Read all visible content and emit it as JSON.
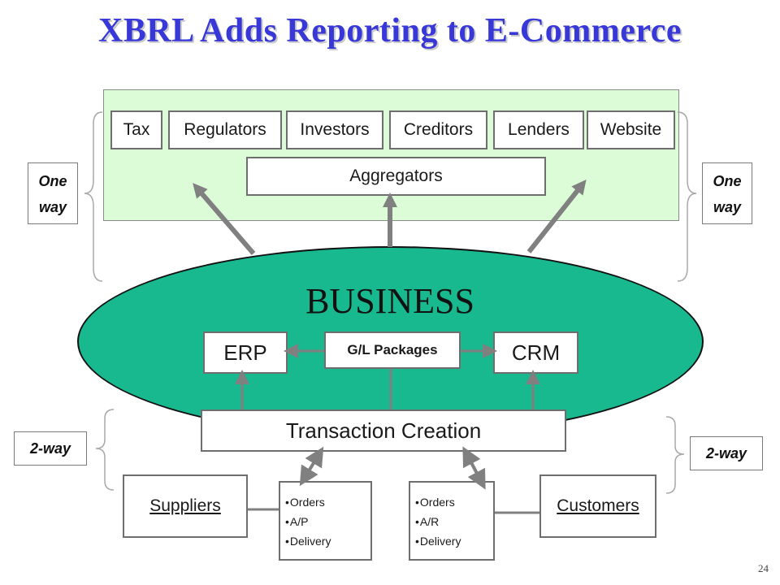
{
  "title": "XBRL Adds Reporting to E-Commerce",
  "consumers": [
    "Tax",
    "Regulators",
    "Investors",
    "Creditors",
    "Lenders",
    "Website"
  ],
  "aggregators": "Aggregators",
  "one_way_label": "One way",
  "business": {
    "label": "BUSINESS",
    "erp": "ERP",
    "gl": "G/L Packages",
    "crm": "CRM",
    "transaction": "Transaction Creation"
  },
  "two_way_label": "2-way",
  "suppliers": {
    "label": "Suppliers",
    "items": [
      "Orders",
      "A/P",
      "Delivery"
    ]
  },
  "customers": {
    "label": "Customers",
    "items": [
      "Orders",
      "A/R",
      "Delivery"
    ]
  },
  "page_number": "24",
  "colors": {
    "title": "#3838d8",
    "panel": "#dcfcd8",
    "business": "#18b98f",
    "arrow": "#808080"
  }
}
